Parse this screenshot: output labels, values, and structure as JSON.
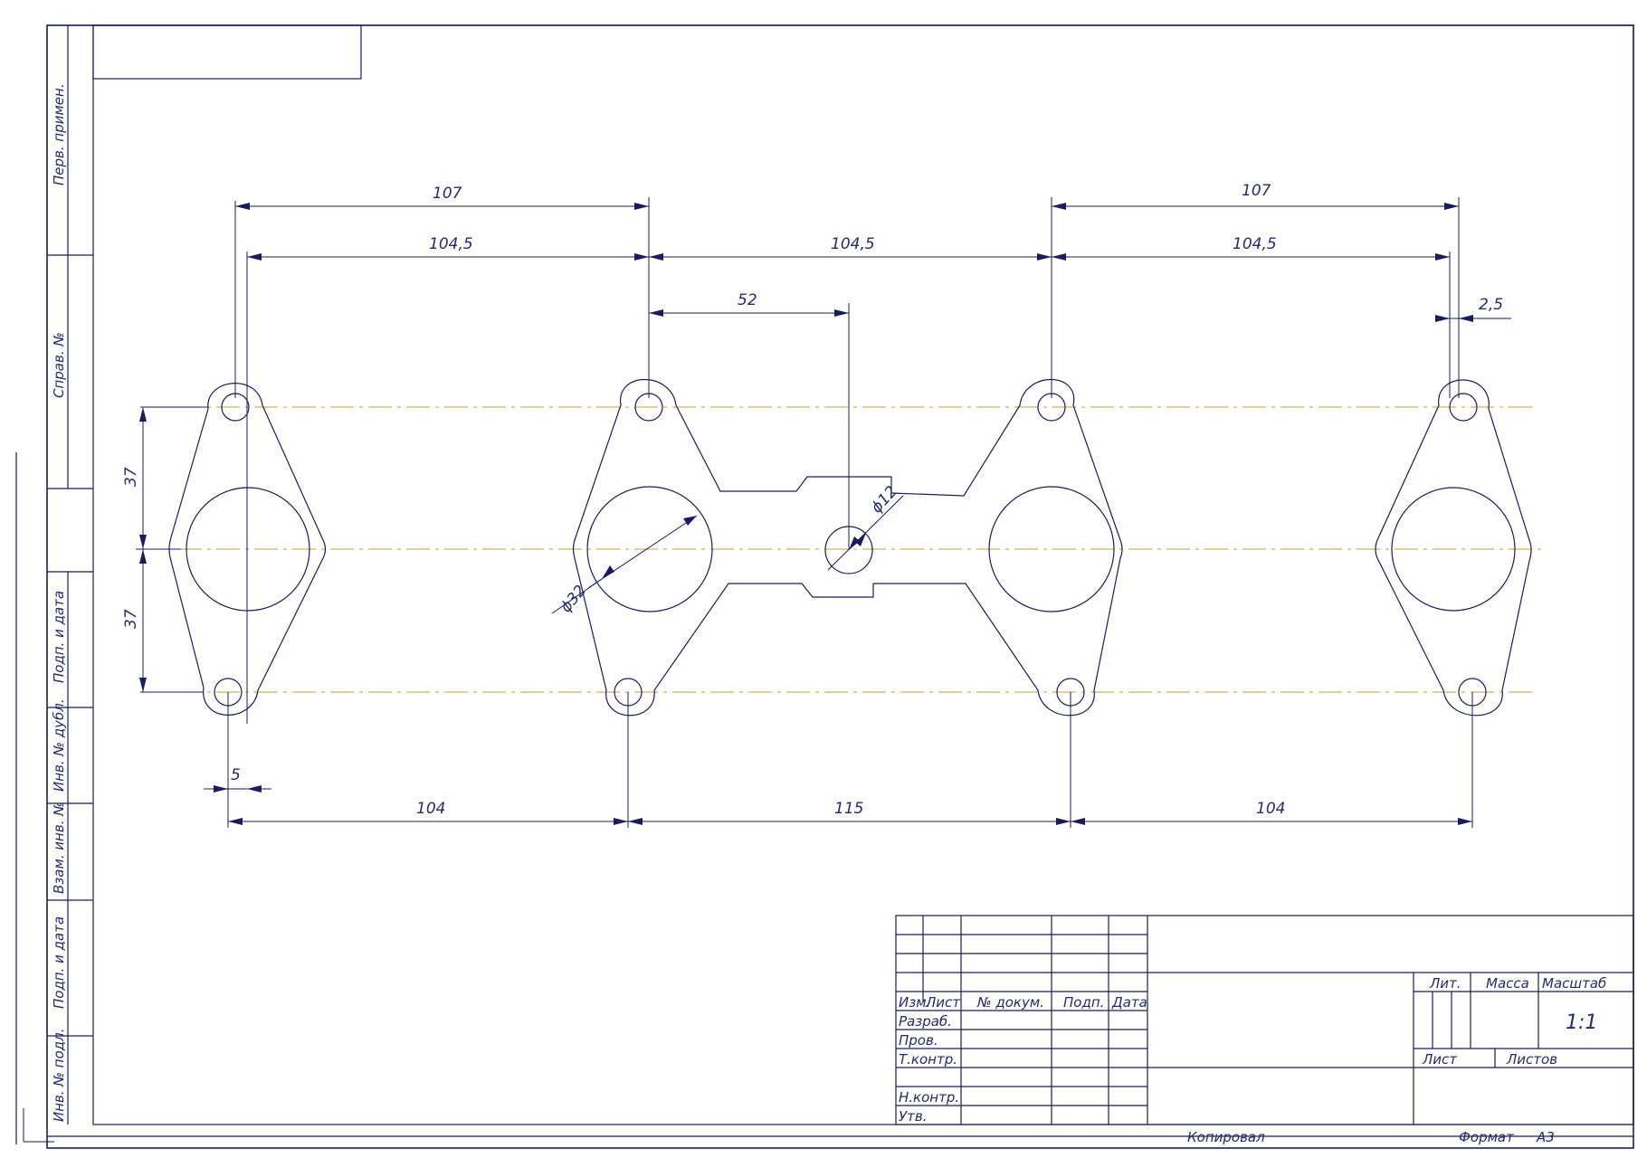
{
  "drawing": {
    "dimensions": {
      "d107_left": "107",
      "d107_right": "107",
      "d104_5_left": "104,5",
      "d104_5_mid": "104,5",
      "d104_5_right": "104,5",
      "d52": "52",
      "d2_5": "2,5",
      "d37_top": "37",
      "d37_bottom": "37",
      "d5": "5",
      "d104_left": "104",
      "d115": "115",
      "d104_right": "104",
      "dia32": "ϕ32",
      "dia12": "ϕ12"
    }
  },
  "side_strip": {
    "perv_primen": "Перв. примен.",
    "sprav_no": "Справ. №",
    "podp_data_1": "Подп. и дата",
    "inv_dubl": "Инв. № дубл.",
    "vzam_inv": "Взам. инв. №",
    "podp_data_2": "Подп. и дата",
    "inv_podl": "Инв. № подл."
  },
  "title_block": {
    "izm": "Изм.",
    "list": "Лист",
    "no_dokum": "№ докум.",
    "podp": "Подп.",
    "data": "Дата",
    "razrab": "Разраб.",
    "prov": "Пров.",
    "t_kontr": "Т.контр.",
    "n_kontr": "Н.контр.",
    "utv": "Утв.",
    "lit": "Лит.",
    "massa": "Масса",
    "masshtab": "Масштаб",
    "scale_value": "1:1",
    "list_label": "Лист",
    "listov_label": "Листов"
  },
  "footer": {
    "kopiroval": "Копировал",
    "format_label": "Формат",
    "format_value": "А3"
  }
}
